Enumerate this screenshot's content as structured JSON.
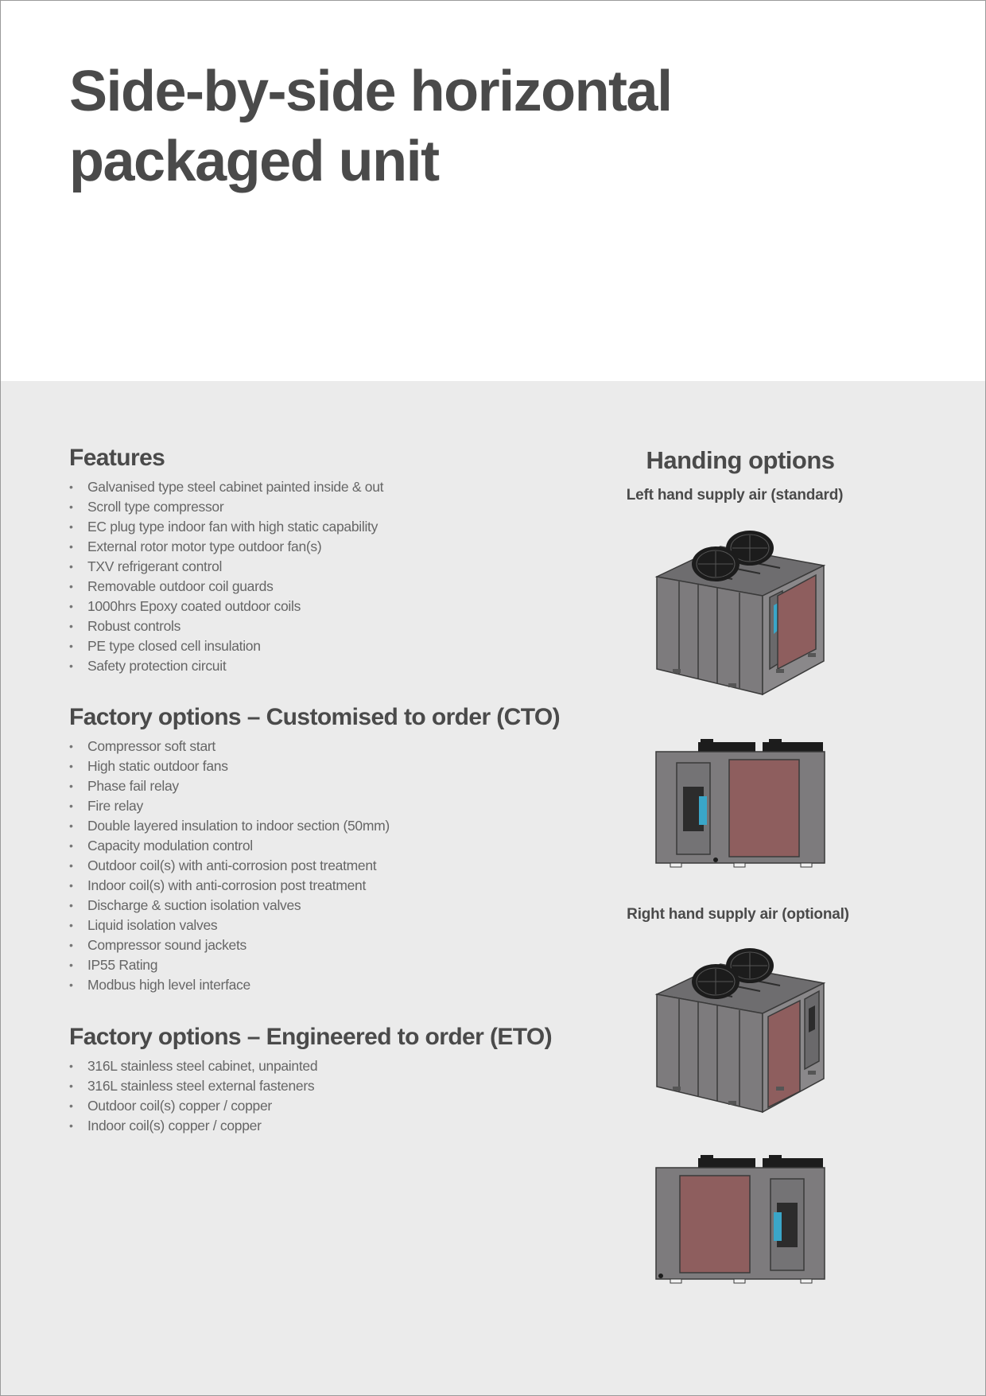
{
  "title_line1": "Side-by-side horizontal",
  "title_line2": "packaged unit",
  "features": {
    "heading": "Features",
    "items": [
      "Galvanised type steel cabinet painted inside & out",
      "Scroll type compressor",
      "EC plug type indoor fan with high static capability",
      "External rotor motor type outdoor fan(s)",
      "TXV refrigerant control",
      "Removable outdoor coil guards",
      "1000hrs Epoxy coated outdoor coils",
      "Robust controls",
      "PE type closed cell insulation",
      "Safety protection circuit"
    ]
  },
  "cto": {
    "heading": "Factory options – Customised to order (CTO)",
    "items": [
      "Compressor soft start",
      "High static outdoor fans",
      "Phase fail relay",
      "Fire relay",
      "Double layered insulation to indoor section (50mm)",
      "Capacity modulation control",
      "Outdoor coil(s) with anti-corrosion post treatment",
      "Indoor coil(s) with anti-corrosion post treatment",
      "Discharge & suction isolation valves",
      "Liquid isolation valves",
      "Compressor sound jackets",
      "IP55 Rating",
      "Modbus high level interface"
    ]
  },
  "eto": {
    "heading": "Factory options – Engineered  to order (ETO)",
    "items": [
      "316L stainless steel cabinet, unpainted",
      "316L stainless steel external fasteners",
      "Outdoor coil(s) copper / copper",
      "Indoor coil(s) copper / copper"
    ]
  },
  "handing": {
    "heading": "Handing options",
    "left_label": "Left hand supply air (standard)",
    "right_label": "Right hand supply air (optional)"
  },
  "colors": {
    "text": "#4a4a4a",
    "bullet_text": "#666666",
    "panel_bg": "#ebebeb",
    "cabinet": "#7d7b7d",
    "coil": "#8e5e5e",
    "fan_blue": "#3aa6c8"
  }
}
